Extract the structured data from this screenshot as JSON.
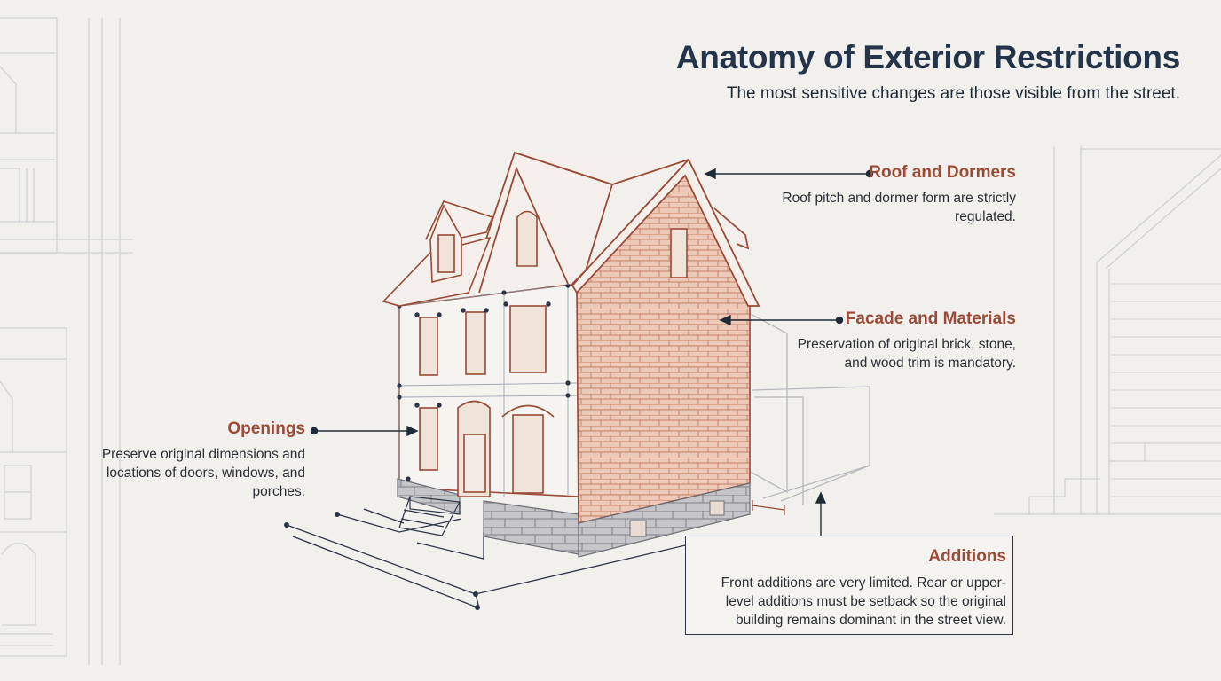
{
  "title": "Anatomy of Exterior Restrictions",
  "subtitle": "The most sensitive changes are those visible from the street.",
  "callouts": {
    "roof": {
      "heading": "Roof and Dormers",
      "body": "Roof pitch and dormer form are strictly regulated."
    },
    "facade": {
      "heading": "Facade and Materials",
      "body": "Preservation of original brick, stone, and wood trim is mandatory."
    },
    "openings": {
      "heading": "Openings",
      "body": "Preserve original dimensions and locations of doors, windows, and porches."
    },
    "additions": {
      "heading": "Additions",
      "body": "Front additions are very limited. Rear or upper-level additions must be setback so the original building remains dominant in the street view."
    }
  },
  "colors": {
    "background": "#f1f0ec",
    "navy": "#24344a",
    "brick_line": "#9a4a36",
    "brick_fill": "#e7c4b4",
    "stone": "#b9b9bb",
    "sketch": "#c9ccd1"
  },
  "icons": [
    "house-illustration",
    "leader-arrow",
    "leader-dot",
    "dimension-marker"
  ]
}
